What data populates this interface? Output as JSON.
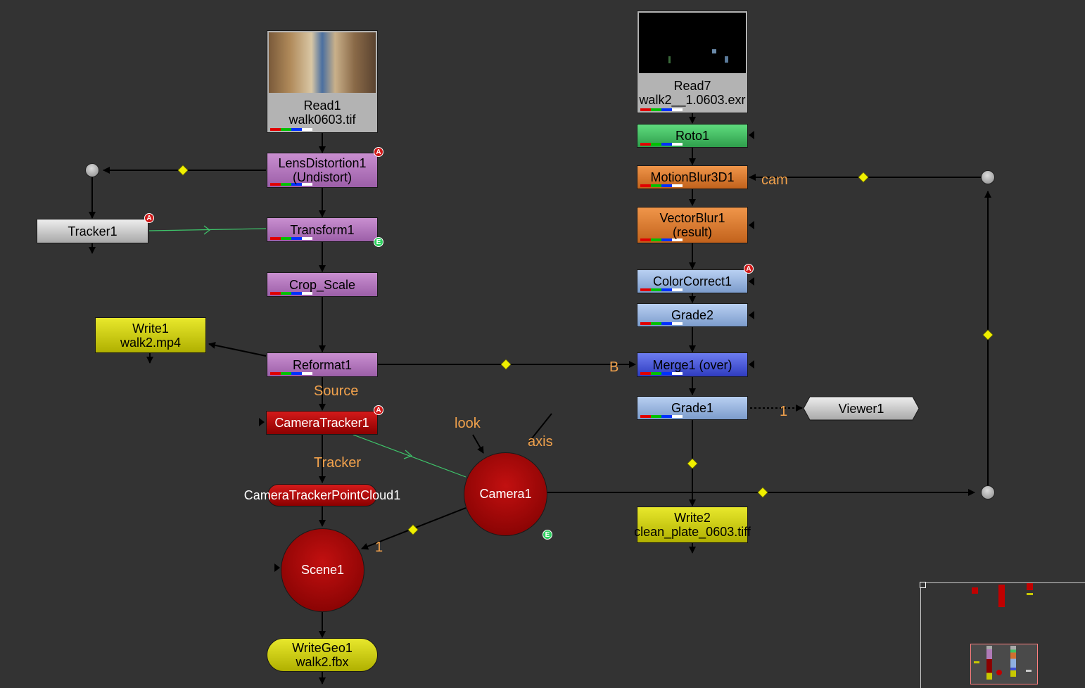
{
  "nodes": {
    "read1": {
      "name": "Read1",
      "file": "walk0603.tif"
    },
    "read7": {
      "name": "Read7",
      "file": "walk2__1.0603.exr"
    },
    "lensdistortion": {
      "name": "LensDistortion1",
      "sub": "(Undistort)"
    },
    "tracker1": {
      "name": "Tracker1"
    },
    "transform1": {
      "name": "Transform1"
    },
    "crop_scale": {
      "name": "Crop_Scale"
    },
    "write1": {
      "name": "Write1",
      "file": "walk2.mp4"
    },
    "reformat1": {
      "name": "Reformat1"
    },
    "cameratracker1": {
      "name": "CameraTracker1"
    },
    "pointcloud": {
      "name": "CameraTrackerPointCloud1"
    },
    "scene1": {
      "name": "Scene1"
    },
    "writegeo1": {
      "name": "WriteGeo1",
      "file": "walk2.fbx"
    },
    "camera1": {
      "name": "Camera1"
    },
    "roto1": {
      "name": "Roto1"
    },
    "motionblur3d1": {
      "name": "MotionBlur3D1"
    },
    "vectorblur1": {
      "name": "VectorBlur1",
      "sub": "(result)"
    },
    "colorcorrect1": {
      "name": "ColorCorrect1"
    },
    "grade2": {
      "name": "Grade2"
    },
    "merge1": {
      "name": "Merge1 (over)"
    },
    "grade1": {
      "name": "Grade1"
    },
    "viewer1": {
      "name": "Viewer1"
    },
    "write2": {
      "name": "Write2",
      "file": "clean_plate_0603.tiff"
    }
  },
  "input_labels": {
    "source": "Source",
    "tracker": "Tracker",
    "look": "look",
    "axis": "axis",
    "cam": "cam",
    "b": "B",
    "scene_input": "1",
    "viewer_input": "1"
  },
  "badges": {
    "a": "A",
    "e": "E"
  },
  "colors": {
    "background": "#333333",
    "wire": "#000000",
    "expression_link": "#3ec46a",
    "label": "#f2a24c",
    "dot_marker": "#f0f000"
  }
}
